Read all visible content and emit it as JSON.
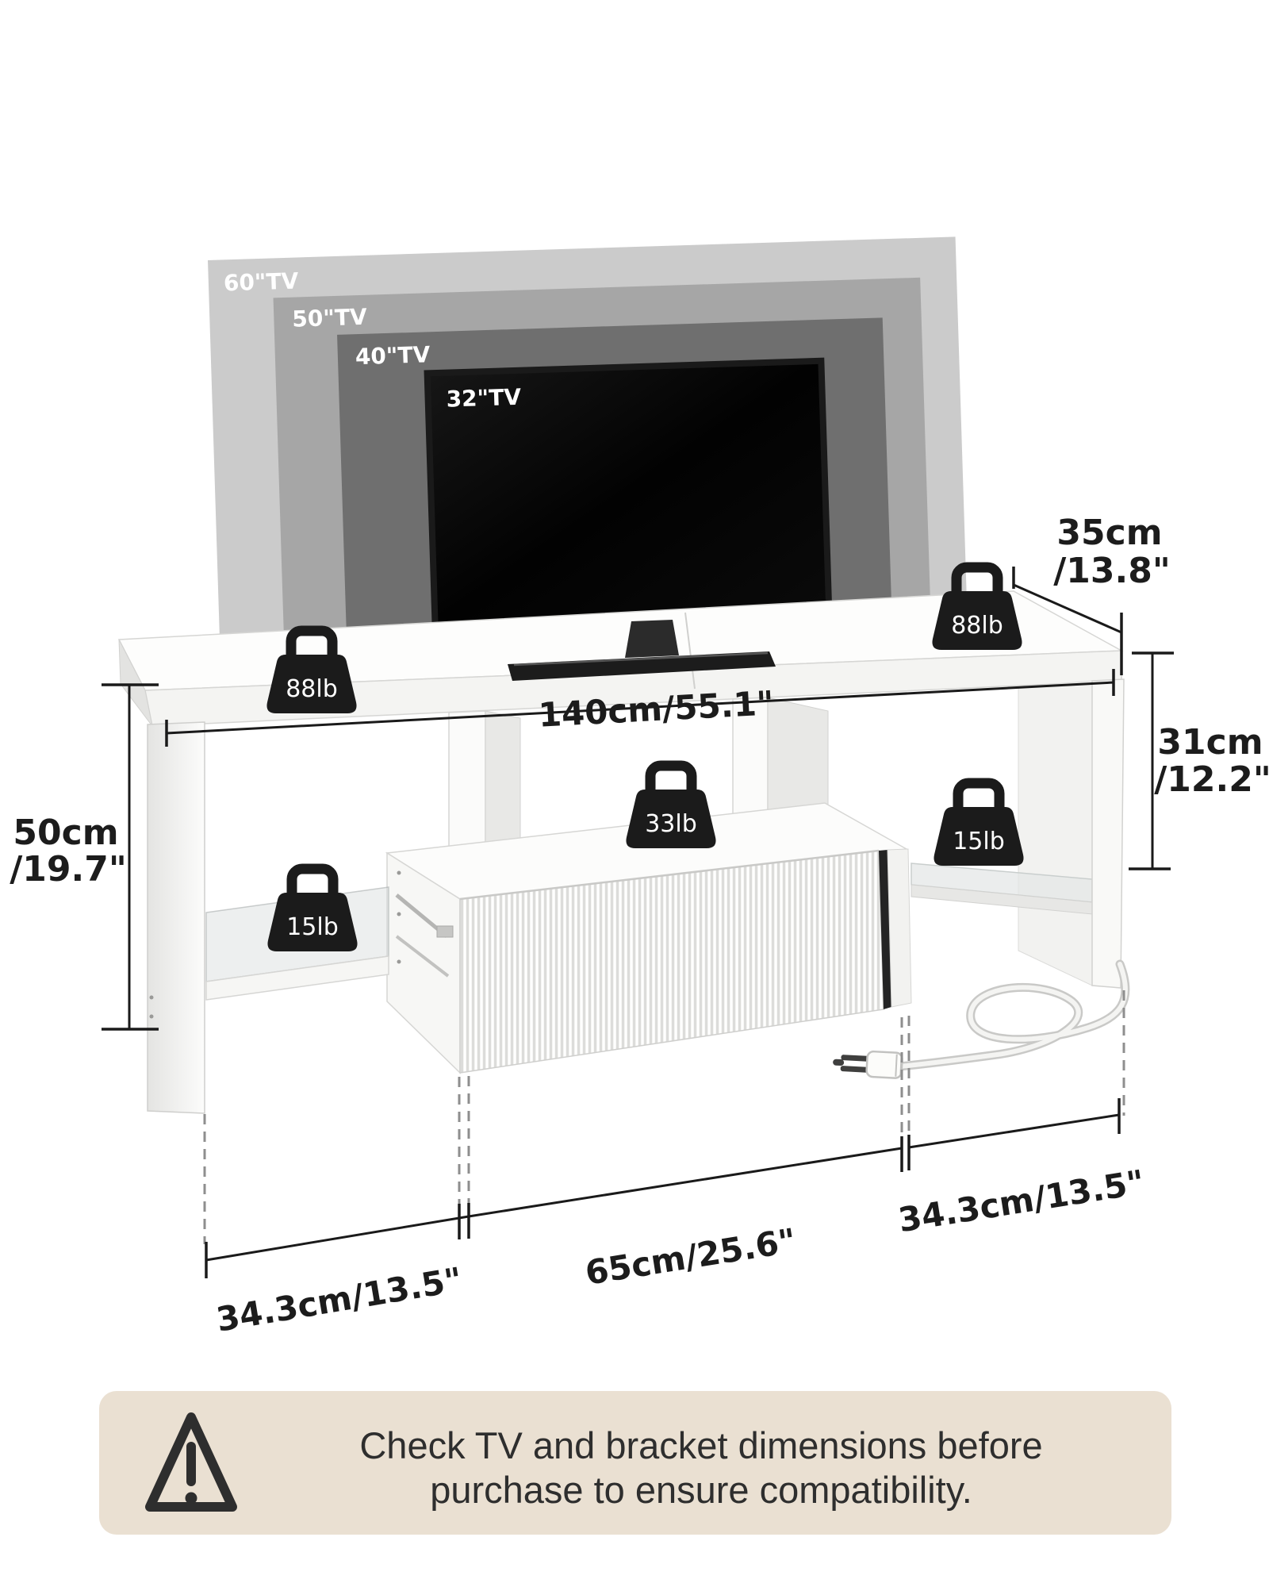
{
  "diagram_type": "tv-stand-dimension-diagram",
  "tv_overlays": [
    {
      "label": "60\"TV"
    },
    {
      "label": "50\"TV"
    },
    {
      "label": "40\"TV"
    },
    {
      "label": "32\"TV"
    }
  ],
  "weights": [
    {
      "position": "top-left",
      "label": "88lb"
    },
    {
      "position": "top-right",
      "label": "88lb"
    },
    {
      "position": "cabinet",
      "label": "33lb"
    },
    {
      "position": "left-shelf",
      "label": "15lb"
    },
    {
      "position": "right-shelf",
      "label": "15lb"
    }
  ],
  "dimensions": {
    "top_width": "140cm/55.1\"",
    "top_depth": [
      "35cm",
      "/13.8\""
    ],
    "stand_height": [
      "50cm",
      "/19.7\""
    ],
    "opening_height": [
      "31cm",
      "/12.2\""
    ],
    "bottom_left_width": "34.3cm/13.5\"",
    "bottom_center_width": "65cm/25.6\"",
    "bottom_right_width": "34.3cm/13.5\""
  },
  "warning": {
    "line1": "Check TV and bracket dimensions before",
    "line2": "purchase to ensure compatibility."
  },
  "colors": {
    "tv60_overlay": "#cbcbcb",
    "tv50_overlay": "#a6a6a6",
    "tv40_overlay": "#6f6f6f",
    "tv_screen": "#050505",
    "weight_bag": "#1b1b1b",
    "dimension_ink": "#1c1c1c",
    "warning_background": "#eae0d2",
    "warning_ink": "#2e2e2e"
  }
}
